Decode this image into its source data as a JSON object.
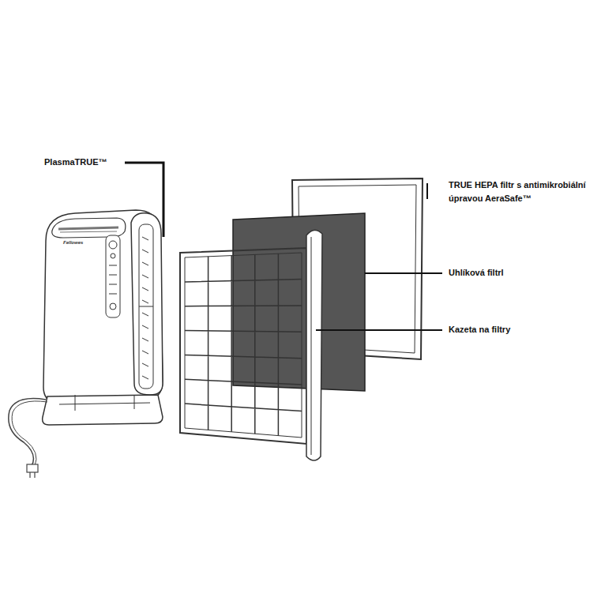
{
  "diagram": {
    "labels": [
      "PlasmaTRUE™",
      "TRUE HEPA filtr s antimikrobiální úpravou AeraSafe™",
      "Uhlíková filtrl",
      "Kazeta na filtry",
      "Fellowes"
    ]
  }
}
